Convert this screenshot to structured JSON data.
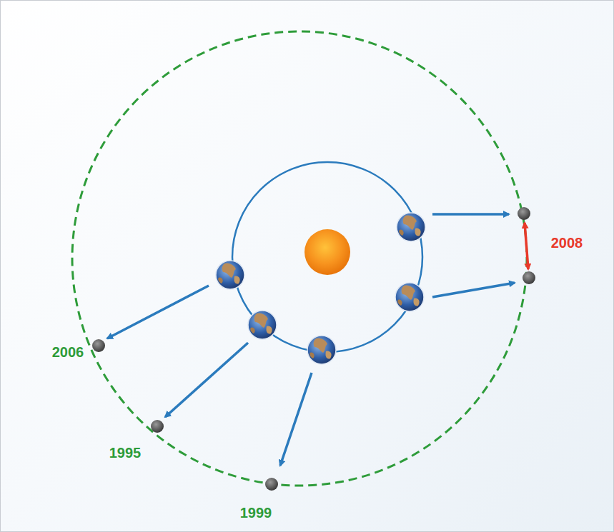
{
  "diagram": {
    "labels": [
      "2006",
      "1995",
      "1999",
      "2008"
    ]
  }
}
